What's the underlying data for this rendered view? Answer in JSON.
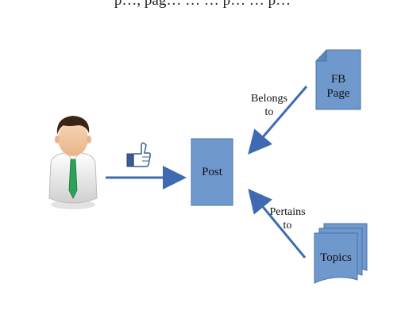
{
  "top_partial_text": "p…, pag… … … p… … p…",
  "nodes": {
    "post": "Post",
    "fb_page_line1": "FB",
    "fb_page_line2": "Page",
    "topics": "Topics"
  },
  "edges": {
    "belongs_to_line1": "Belongs",
    "belongs_to_line2": "to",
    "pertains_to_line1": "Pertains",
    "pertains_to_line2": "to"
  },
  "colors": {
    "box_fill": "#6f98cd",
    "box_stroke": "#4a74a8",
    "arrow": "#3d6ab1",
    "thumb": "#3b5b98",
    "tie": "#2ea05a"
  },
  "icons": {
    "user": "user-icon",
    "like": "thumbs-up-icon"
  }
}
